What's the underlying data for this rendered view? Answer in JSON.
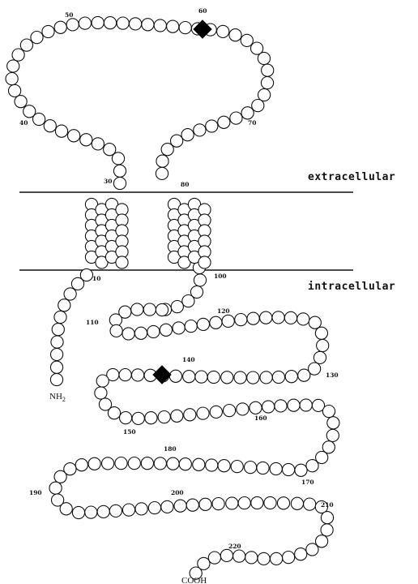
{
  "regions": {
    "extracellular": "extracellular",
    "intracellular": "intracellular"
  },
  "termini": {
    "n_terminus": "NH",
    "n_terminus_subscript": "2",
    "c_terminus": "COOH"
  },
  "residue_labels": [
    "10",
    "30",
    "40",
    "50",
    "60",
    "70",
    "80",
    "100",
    "110",
    "120",
    "130",
    "140",
    "150",
    "160",
    "170",
    "180",
    "190",
    "200",
    "210",
    "220"
  ],
  "marked_residues": [
    "60",
    "140"
  ],
  "colors": {
    "line": "#111111",
    "residue_fill": "#ffffff",
    "marker": "#000000"
  }
}
